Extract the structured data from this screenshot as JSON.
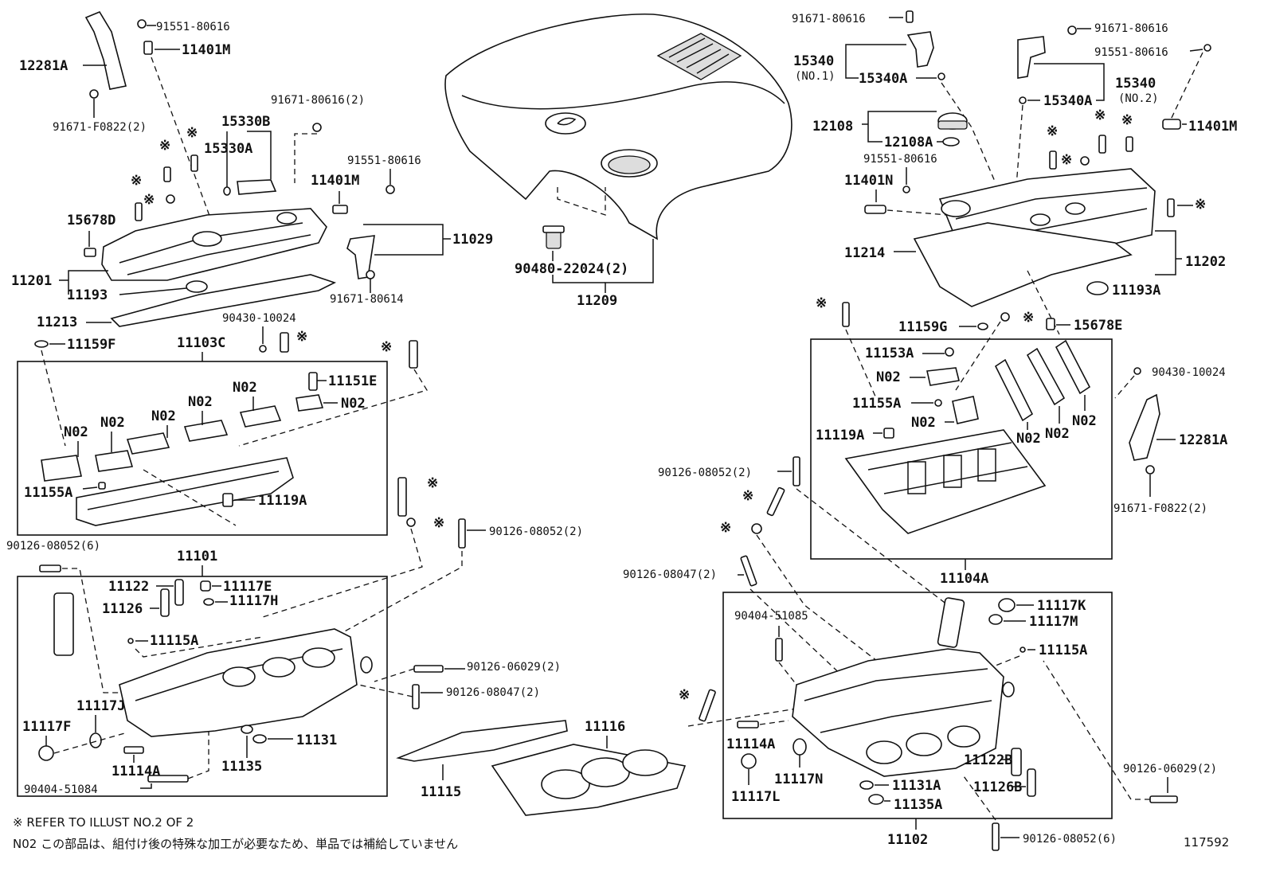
{
  "left_labels": {
    "p12281A": "12281A",
    "p91551_80616": "91551-80616",
    "p11401M": "11401M",
    "p91671_F0822_2": "91671-F0822(2)",
    "p91671_80616_2": "91671-80616(2)",
    "p15330B": "15330B",
    "p15330A": "15330A",
    "p91551_80616b": "91551-80616",
    "p11401M_b": "11401M",
    "p15678D": "15678D",
    "p11029": "11029",
    "p11201": "11201",
    "p11193": "11193",
    "p91671_80614": "91671-80614",
    "p11213": "11213",
    "p90430_10024": "90430-10024",
    "p11159F": "11159F",
    "p11103C": "11103C",
    "p11151E": "11151E",
    "p11155A": "11155A",
    "p11119A": "11119A",
    "p90126_08052_6": "90126-08052(6)",
    "p90126_08052_2": "90126-08052(2)",
    "p11101": "11101",
    "p11122": "11122",
    "p11117E": "11117E",
    "p11126": "11126",
    "p11117H": "11117H",
    "p11115A": "11115A",
    "p11117J": "11117J",
    "p11117F": "11117F",
    "p90126_06029_2": "90126-06029(2)",
    "p90126_08047_2": "90126-08047(2)",
    "p11114A": "11114A",
    "p11135": "11135",
    "p11131": "11131",
    "p90404_51084": "90404-51084",
    "p11115": "11115",
    "p11116": "11116",
    "n02": "N02"
  },
  "center_labels": {
    "p90480_22024_2": "90480-22024(2)",
    "p11209": "11209"
  },
  "right_labels": {
    "p91671_80616a": "91671-80616",
    "p91671_80616b": "91671-80616",
    "p15340": "15340",
    "p15340_no1": "(NO.1)",
    "p15340A": "15340A",
    "p91551_80616": "91551-80616",
    "p15340_r": "15340",
    "p15340_no2": "(NO.2)",
    "p15340A_r": "15340A",
    "p12108": "12108",
    "p12108A": "12108A",
    "p91551_80616c": "91551-80616",
    "p11401M": "11401M",
    "p11401N": "11401N",
    "p11214": "11214",
    "p11202": "11202",
    "p11193A": "11193A",
    "p11159G": "11159G",
    "p15678E": "15678E",
    "p11153A": "11153A",
    "p11155A": "11155A",
    "p90430_10024": "90430-10024",
    "p11119A": "11119A",
    "p12281A": "12281A",
    "p90126_08052_2": "90126-08052(2)",
    "p91671_F0822_2": "91671-F0822(2)",
    "p11104A": "11104A",
    "p90126_08047_2": "90126-08047(2)",
    "p90404_51085": "90404-51085",
    "p11117K": "11117K",
    "p11117M": "11117M",
    "p11115A": "11115A",
    "p11114A": "11114A",
    "p11117N": "11117N",
    "p11122B": "11122B",
    "p11131A": "11131A",
    "p11126B": "11126B",
    "p90126_06029_2": "90126-06029(2)",
    "p11117L": "11117L",
    "p11135A": "11135A",
    "p11102": "11102",
    "p90126_08052_6": "90126-08052(6)",
    "n02": "N02"
  },
  "refer_mark": "※",
  "footer": {
    "refer_note": "※ REFER TO ILLUST NO.2 OF 2",
    "n02_note": "N02 この部品は、組付け後の特殊な加工が必要なため、単品では補給していません",
    "illust_number": "117592"
  }
}
